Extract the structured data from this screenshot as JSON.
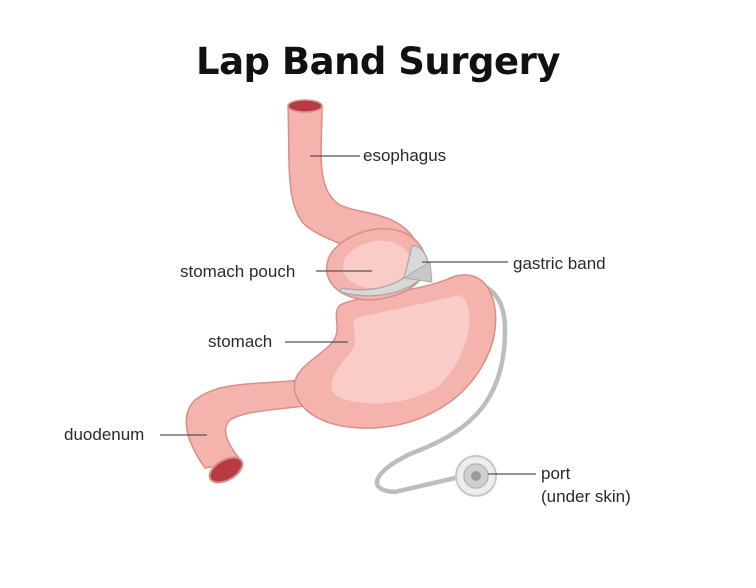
{
  "title": "Lap Band Surgery",
  "labels": {
    "esophagus": "esophagus",
    "gastric_band": "gastric band",
    "stomach_pouch": "stomach pouch",
    "stomach": "stomach",
    "duodenum": "duodenum",
    "port_line1": "port",
    "port_line2": "(under skin)"
  },
  "colors": {
    "organ_fill": "#f4b3ad",
    "organ_light": "#f9ccc7",
    "organ_outline": "#d88f88",
    "opening": "#b83a45",
    "band": "#d8d8d8",
    "tube": "#bdbdbd",
    "leader": "#555555"
  }
}
